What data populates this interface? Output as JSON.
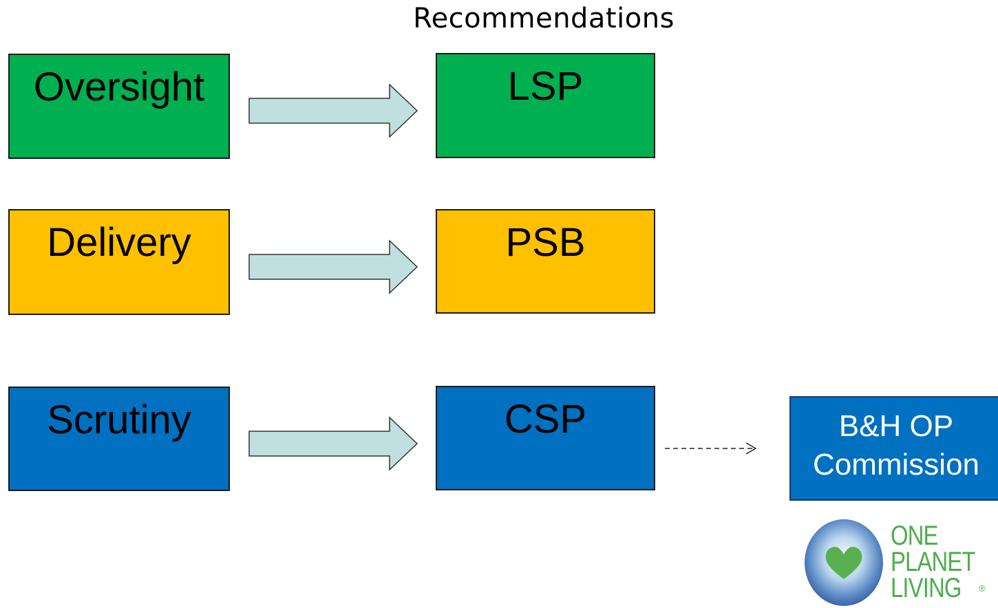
{
  "title": "Recommendations",
  "rows": [
    {
      "left_label": "Oversight",
      "right_label": "LSP",
      "color": "#00b050"
    },
    {
      "left_label": "Delivery",
      "right_label": "PSB",
      "color": "#ffc000"
    },
    {
      "left_label": "Scrutiny",
      "right_label": "CSP",
      "color": "#0070c0"
    }
  ],
  "commission": {
    "line1": "B&H OP",
    "line2": "Commission",
    "color": "#0070c0",
    "text_color": "#ffffff"
  },
  "arrow_fill": "#c0e0e0",
  "logo": {
    "line1": "ONE",
    "line2": "PLANET",
    "line3": "LIVING",
    "registered": "®",
    "text_color": "#4cae4c",
    "icon": "heart-icon"
  }
}
